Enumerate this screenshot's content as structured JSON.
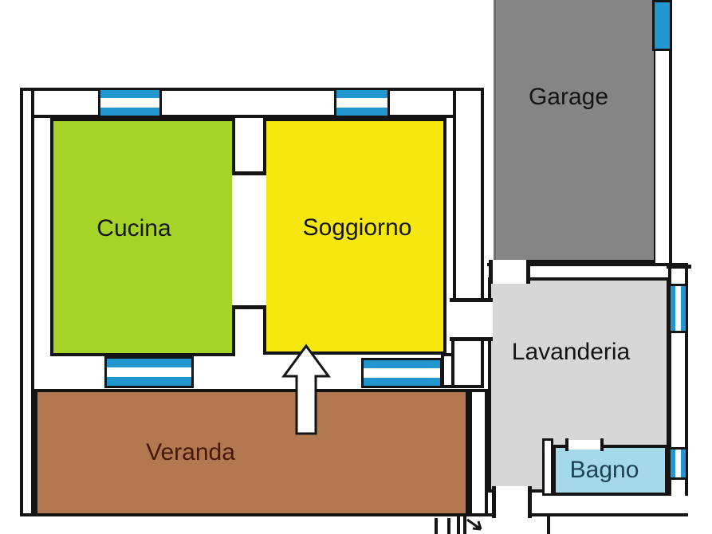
{
  "floorplan": {
    "rooms": [
      {
        "id": "cucina",
        "label": "Cucina",
        "fill": "#a5d328",
        "text_color": "#141414"
      },
      {
        "id": "soggiorno",
        "label": "Soggiorno",
        "fill": "#f6e80e",
        "text_color": "#141414"
      },
      {
        "id": "garage",
        "label": "Garage",
        "fill": "#858585",
        "text_color": "#141414"
      },
      {
        "id": "lavanderia",
        "label": "Lavanderia",
        "fill": "#d7d7d7",
        "text_color": "#141414"
      },
      {
        "id": "veranda",
        "label": "Veranda",
        "fill": "#b27850",
        "text_color": "#47190b"
      },
      {
        "id": "bagno",
        "label": "Bagno",
        "fill": "#a3d9e9",
        "text_color": "#1d4356"
      }
    ],
    "colors": {
      "wall_outline": "#141414",
      "wall_fill": "#ffffff",
      "window_blue": "#2196cf",
      "background": "#ffffff"
    },
    "symbols": {
      "window": "blue-striped-band",
      "entrance_arrow": "up-arrow",
      "exit_arrow": "diagonal-down-right-arrow"
    }
  }
}
